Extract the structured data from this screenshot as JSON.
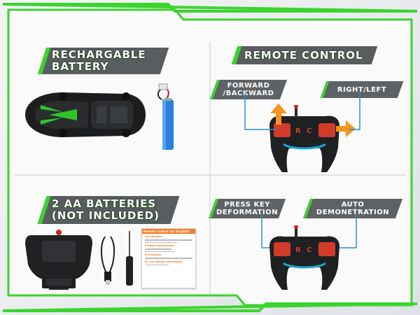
{
  "sections": {
    "battery": {
      "title_line1": "RECHARGABLE",
      "title_line2": "BATTERY"
    },
    "remote": {
      "title": "REMOTE CONTROL",
      "forward_line1": "FORWARD",
      "forward_line2": "/BACKWARD",
      "right_left": "RIGHT/LEFT"
    },
    "aa": {
      "title_line1": "2 AA BATTERIES",
      "title_line2": "(NOT INCLUDED)"
    },
    "modes": {
      "press_line1": "PRESS KEY",
      "press_line2": "DEFORMATION",
      "auto_line1": "AUTO",
      "auto_line2": "DEMONETRATION"
    }
  },
  "manual": {
    "title": "Remote Control Car (English)",
    "intro": "Introduction",
    "spec": "Product Specification",
    "precautions": "Precautions",
    "rc_manual": "RC Car Manual Information"
  },
  "remote_keys": {
    "r": "R",
    "c": "C"
  },
  "colors": {
    "accent": "#3bd42f",
    "banner": "#5a5d60",
    "arrow": "#f7941d",
    "line": "#2b8fd6"
  }
}
